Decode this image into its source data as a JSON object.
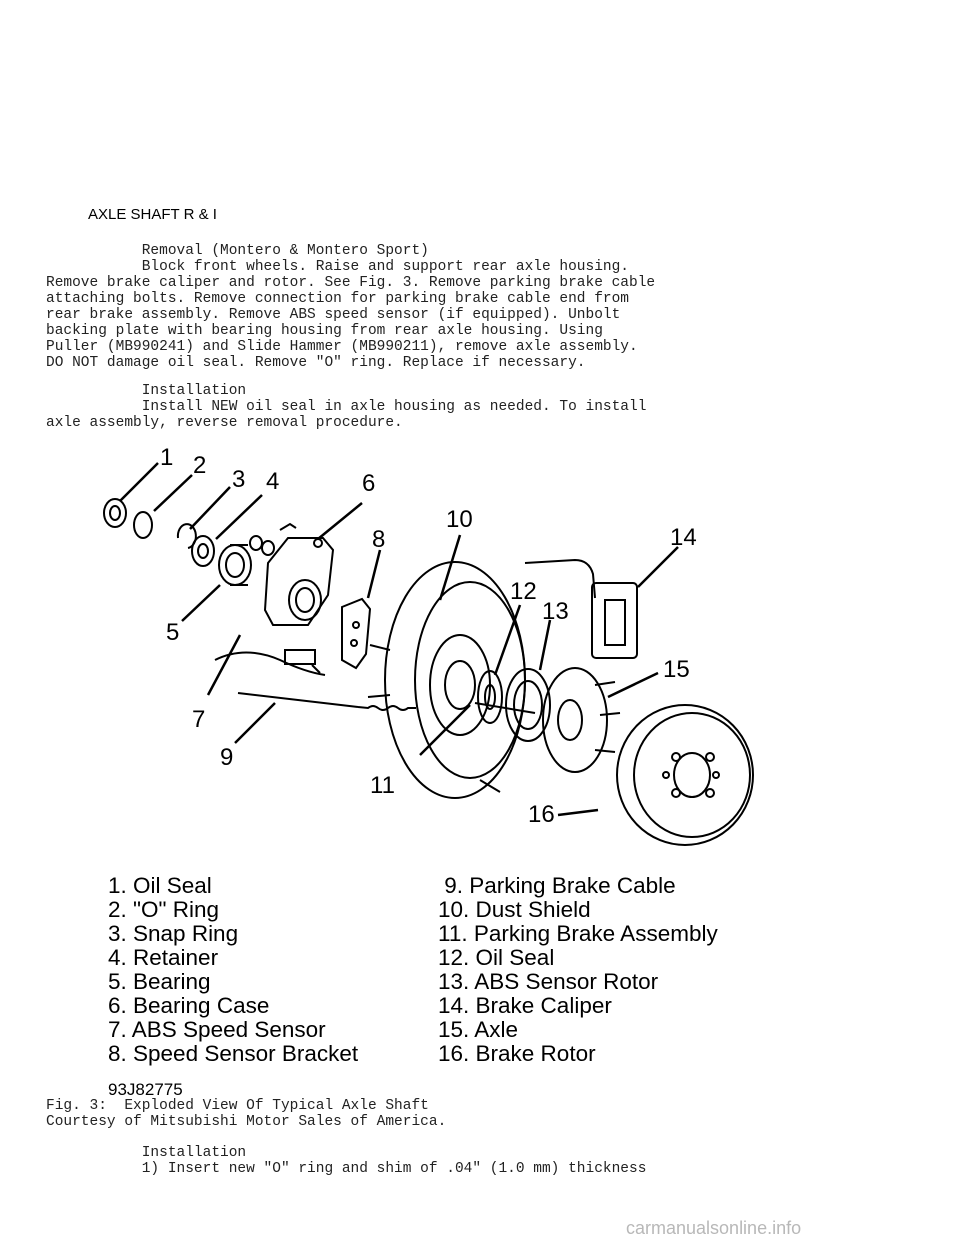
{
  "section_title": "AXLE SHAFT R & I",
  "removal": {
    "heading": "Removal (Montero & Montero Sport)",
    "lines": [
      "Block front wheels. Raise and support rear axle housing.",
      "Remove brake caliper and rotor. See Fig. 3. Remove parking brake cable",
      "attaching bolts. Remove connection for parking brake cable end from",
      "rear brake assembly. Remove ABS speed sensor (if equipped). Unbolt",
      "backing plate with bearing housing from rear axle housing. Using",
      "Puller (MB990241) and Slide Hammer (MB990211), remove axle assembly.",
      "DO NOT damage oil seal. Remove \"O\" ring. Replace if necessary."
    ]
  },
  "installation": {
    "heading": "Installation",
    "lines": [
      "Install NEW oil seal in axle housing as needed. To install",
      "axle assembly, reverse removal procedure."
    ]
  },
  "figure": {
    "callouts": [
      "1",
      "2",
      "3",
      "4",
      "5",
      "6",
      "7",
      "8",
      "9",
      "10",
      "11",
      "12",
      "13",
      "14",
      "15",
      "16"
    ]
  },
  "legend": {
    "left": [
      "1. Oil Seal",
      "2. \"O\" Ring",
      "3. Snap Ring",
      "4. Retainer",
      "5. Bearing",
      "6. Bearing Case",
      "7. ABS Speed Sensor",
      "8. Speed Sensor Bracket"
    ],
    "right": [
      "9. Parking Brake Cable",
      "10. Dust Shield",
      "11. Parking Brake Assembly",
      "12. Oil Seal",
      "13. ABS Sensor Rotor",
      "14. Brake Caliper",
      "15. Axle",
      "16. Brake Rotor"
    ]
  },
  "figure_id": "93J82775",
  "caption": {
    "line1": "Fig. 3:  Exploded View Of Typical Axle Shaft",
    "line2": "Courtesy of Mitsubishi Motor Sales of America."
  },
  "installation2": {
    "heading": "Installation",
    "line1": "1) Insert new \"O\" ring and shim of .04\" (1.0 mm) thickness"
  },
  "watermark": "carmanualsonline.info"
}
